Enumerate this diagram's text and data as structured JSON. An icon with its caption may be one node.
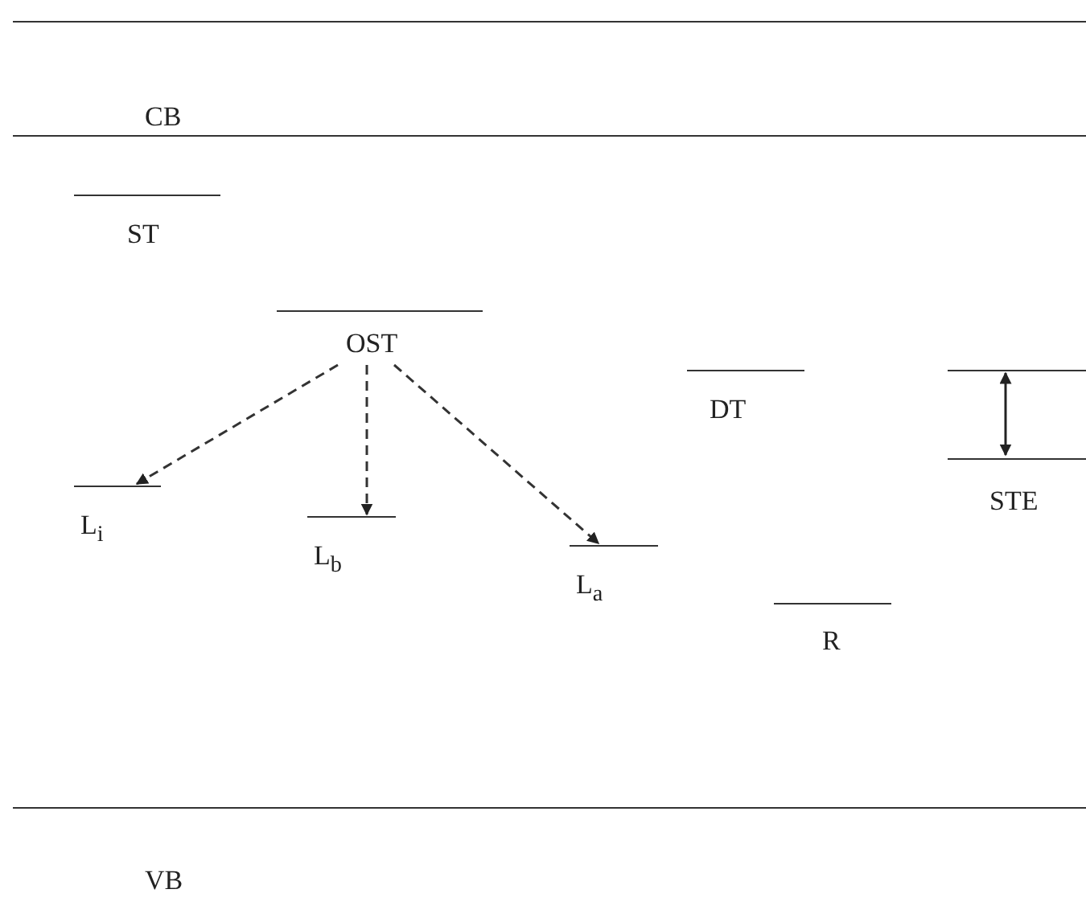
{
  "diagram": {
    "nodes": [
      {
        "text": [
          "CB"
        ]
      },
      {
        "text": [
          "ST"
        ]
      },
      {
        "text": [
          "OST"
        ]
      },
      {
        "text": [
          "L$_{i}$"
        ]
      },
      {
        "text": [
          "L$_{b}$"
        ]
      },
      {
        "text": [
          "L$_{a}$"
        ]
      },
      {
        "text": [
          "DT"
        ]
      },
      {
        "text": [
          "STE"
        ]
      },
      {
        "text": [
          "R"
        ]
      },
      {
        "text": [
          "VB"
        ]
      }
    ],
    "edges": [
      {
        "from": 2,
        "to": 3,
        "arrow": "to",
        "style": "dashed"
      },
      {
        "from": 2,
        "to": 4,
        "arrow": "to",
        "style": "dashed"
      },
      {
        "from": 2,
        "to": 5,
        "arrow": "to",
        "style": "dashed"
      }
    ]
  }
}
